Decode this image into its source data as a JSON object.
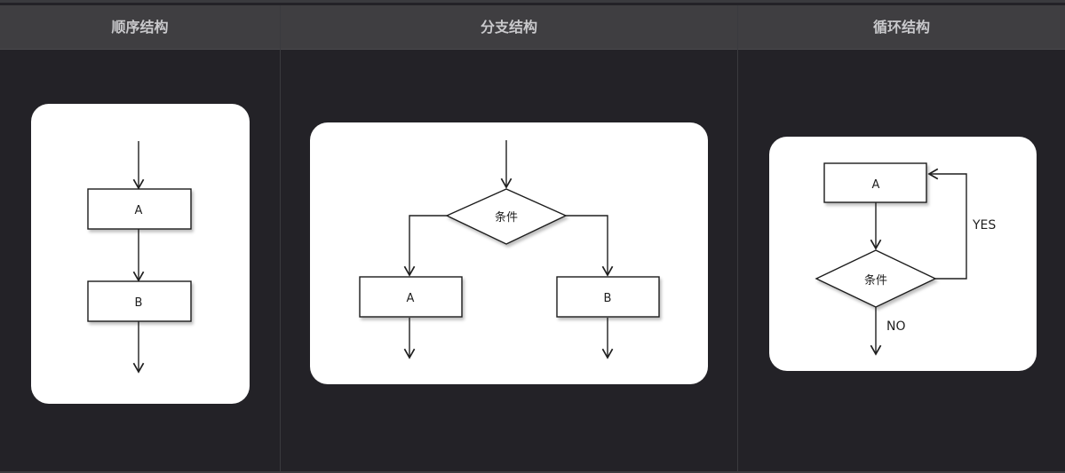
{
  "columns": [
    {
      "title": "顺序结构"
    },
    {
      "title": "分支结构"
    },
    {
      "title": "循环结构"
    }
  ],
  "sequence": {
    "box_a": "A",
    "box_b": "B"
  },
  "branch": {
    "condition": "条件",
    "box_a": "A",
    "box_b": "B"
  },
  "loop": {
    "box_a": "A",
    "condition": "条件",
    "yes_label": "YES",
    "no_label": "NO"
  },
  "colors": {
    "background": "#232227",
    "header": "#3f3e41",
    "card": "#ffffff",
    "stroke": "#1f1f1f"
  }
}
